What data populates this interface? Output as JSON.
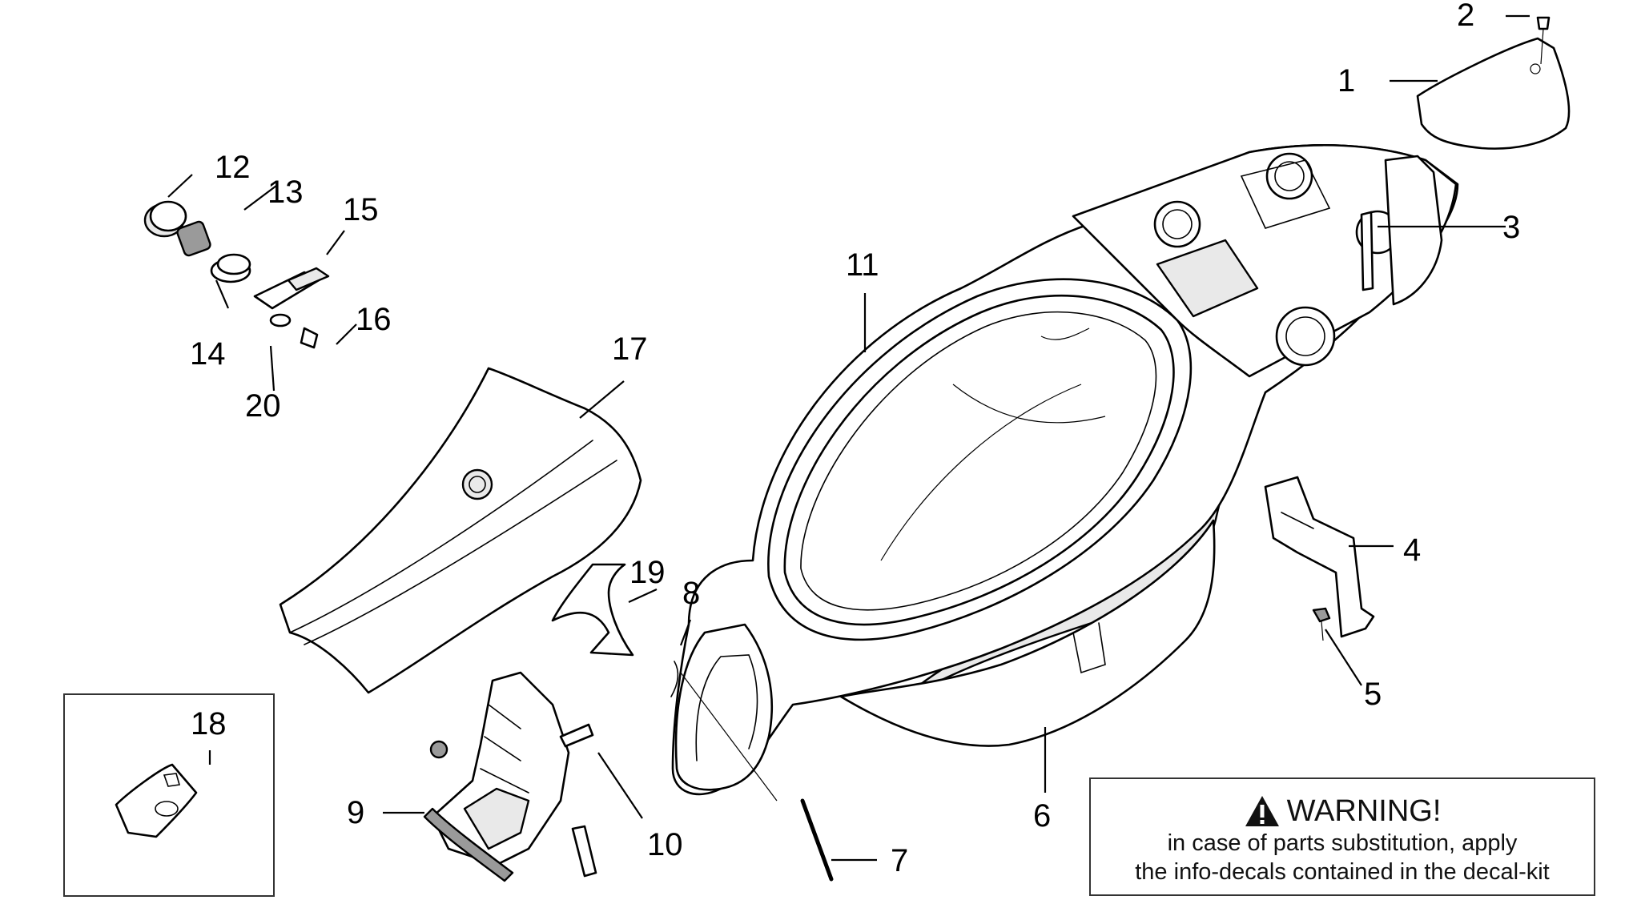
{
  "diagram": {
    "callouts": [
      "1",
      "2",
      "3",
      "4",
      "5",
      "6",
      "7",
      "8",
      "9",
      "10",
      "11",
      "12",
      "13",
      "14",
      "15",
      "16",
      "17",
      "18",
      "19",
      "20"
    ]
  },
  "warning": {
    "title": "WARNING!",
    "line1": "in case of parts substitution, apply",
    "line2": "the info-decals contained in the decal-kit",
    "icon": "warning-triangle-icon"
  }
}
